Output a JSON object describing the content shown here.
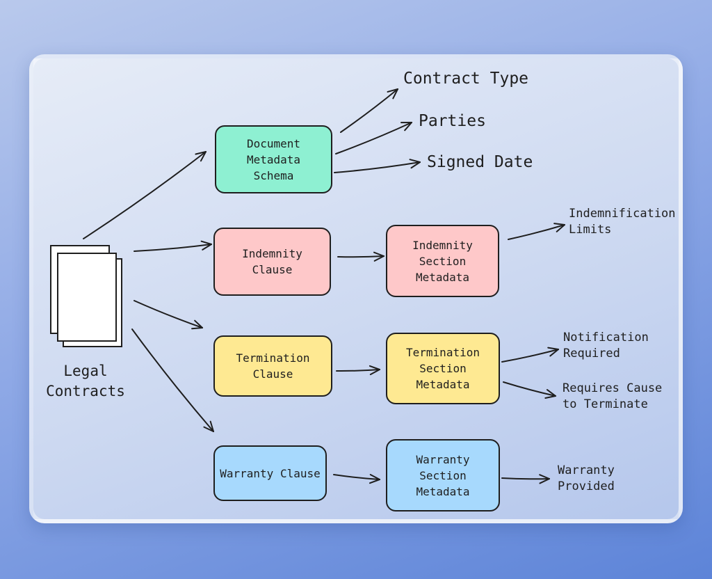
{
  "source": {
    "label": "Legal\nContracts",
    "icon": "document-stack-icon"
  },
  "nodes": {
    "metadata_schema": "Document\nMetadata\nSchema",
    "indemnity_clause": "Indemnity Clause",
    "indemnity_section": "Indemnity\nSection\nMetadata",
    "termination_clause": "Termination\nClause",
    "termination_section": "Termination\nSection\nMetadata",
    "warranty_clause": "Warranty Clause",
    "warranty_section": "Warranty\nSection\nMetadata"
  },
  "outputs": {
    "contract_type": "Contract Type",
    "parties": "Parties",
    "signed_date": "Signed Date",
    "indemnification_limits": "Indemnification\nLimits",
    "notification_required": "Notification\nRequired",
    "requires_cause": "Requires Cause\nto Terminate",
    "warranty_provided": "Warranty\nProvided"
  },
  "colors": {
    "green": "#8ef0d2",
    "pink": "#fec8c9",
    "yellow": "#fee992",
    "blue": "#a7d9fd",
    "ink": "#1e1e1e"
  }
}
